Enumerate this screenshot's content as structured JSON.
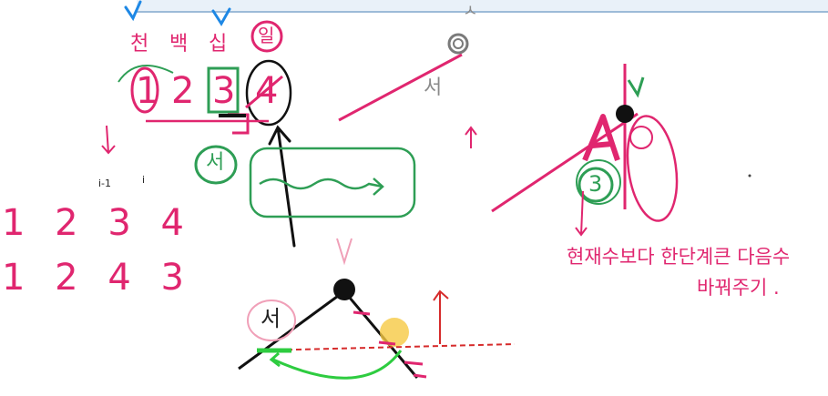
{
  "whiteboard": {
    "place_labels": [
      "천",
      "백",
      "십",
      "일"
    ],
    "digits_circled": [
      "1",
      "2",
      "3",
      "4"
    ],
    "index_labels": [
      "i-1",
      "i"
    ],
    "sequence_1": "1 2 3 4",
    "sequence_2": "1 2 4 3",
    "left_label": "서",
    "gray_top_label": "ㅅ",
    "gray_bottom_label": "서",
    "pivot_circle_label": "3",
    "note_line_1": "현재수보다 한단계큰 다음수",
    "note_line_2": "바꿔주기 .",
    "colors": {
      "pink": "#e0266f",
      "green": "#2e9e55",
      "black": "#111111",
      "gray": "#8a8a8a",
      "red": "#d62b2b",
      "blue": "#1e88e5",
      "yellow": "#f6c944"
    }
  }
}
